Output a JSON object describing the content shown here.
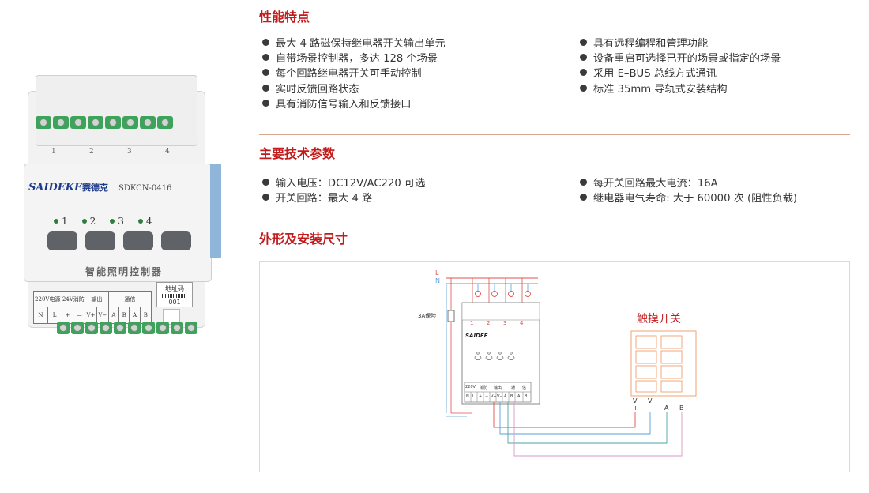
{
  "product": {
    "brand": "SAIDEKE",
    "brand_cn": "赛德克",
    "model": "SDKCN-0416",
    "channel_numbers": [
      "1",
      "2",
      "3",
      "4"
    ],
    "led_labels": [
      "1",
      "2",
      "3",
      "4"
    ],
    "label": "智能照明控制器",
    "terminal_headers": [
      "220V电源",
      "24V消防",
      "输出",
      "通信"
    ],
    "terminal_pins": [
      "N",
      "L",
      "+",
      "—",
      "V+",
      "V−",
      "A",
      "B",
      "A",
      "B"
    ],
    "address_label": "地址码",
    "address_value": "001"
  },
  "sections": [
    {
      "title": "性能特点",
      "left": [
        "最大 4 路磁保持继电器开关输出单元",
        "自带场景控制器，多达 128 个场景",
        "每个回路继电器开关可手动控制",
        "实时反馈回路状态",
        "具有消防信号输入和反馈接口"
      ],
      "right": [
        "具有远程编程和管理功能",
        "设备重启可选择已开的场景或指定的场景",
        "采用 E–BUS 总线方式通讯",
        "标准 35mm 导轨式安装结构"
      ]
    },
    {
      "title": "主要技术参数",
      "left": [
        "输入电压：DC12V/AC220 可选",
        "开关回路：最大 4 路"
      ],
      "right": [
        "每开关回路最大电流：16A",
        "继电器电气寿命: 大于 60000 次 (阻性负载)"
      ]
    },
    {
      "title": "外形及安装尺寸"
    }
  ],
  "diagram": {
    "line_L": "L",
    "line_N": "N",
    "fuse_label": "3A保险",
    "channel_labels": [
      "1",
      "2",
      "3",
      "4"
    ],
    "module_brand": "SAIDEE",
    "terminal_headers": [
      "220V",
      "消防",
      "输出",
      "通",
      "信"
    ],
    "terminal_pins": [
      "N",
      "L",
      "+",
      "−",
      "V+",
      "V−",
      "A",
      "B",
      "A",
      "B"
    ],
    "switch_title": "触摸开关",
    "switch_terms": [
      "V",
      "V",
      "+",
      "−",
      "A",
      "B"
    ],
    "colors": {
      "red_wire": "#e05050",
      "blue_wire": "#5aa0d8",
      "title": "#c31b1b",
      "switch": "#f0a070"
    }
  }
}
